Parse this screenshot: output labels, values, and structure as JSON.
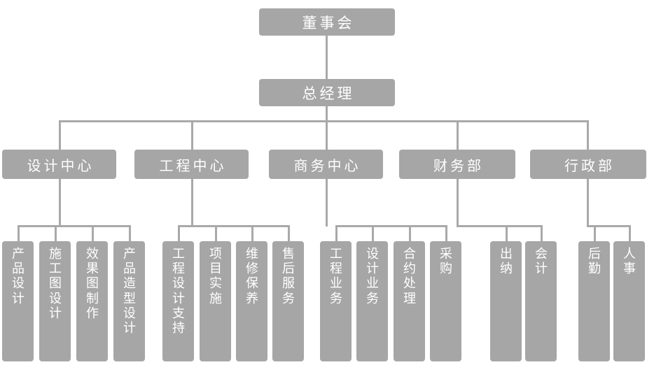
{
  "chart_data": {
    "type": "diagram",
    "diagram_kind": "organization-chart",
    "orientation": "top-down",
    "title": "",
    "colors": {
      "node_fill": "#a6a6a6",
      "node_text": "#ffffff",
      "connector": "#a9a9a9",
      "background": "#ffffff"
    },
    "levels": 3,
    "root": {
      "label": "董事会",
      "children": [
        {
          "label": "总经理",
          "children": [
            {
              "label": "设计中心",
              "children": [
                {
                  "label": "产品设计"
                },
                {
                  "label": "施工图设计"
                },
                {
                  "label": "效果图制作"
                },
                {
                  "label": "产品造型设计"
                }
              ]
            },
            {
              "label": "工程中心",
              "children": [
                {
                  "label": "工程设计支持"
                },
                {
                  "label": "项目实施"
                },
                {
                  "label": "维修保养"
                },
                {
                  "label": "售后服务"
                }
              ]
            },
            {
              "label": "商务中心",
              "children": [
                {
                  "label": "工程业务"
                },
                {
                  "label": "设计业务"
                },
                {
                  "label": "合约处理"
                },
                {
                  "label": "采购"
                }
              ]
            },
            {
              "label": "财务部",
              "children": [
                {
                  "label": "出纳"
                },
                {
                  "label": "会计"
                }
              ]
            },
            {
              "label": "行政部",
              "children": [
                {
                  "label": "后勤"
                },
                {
                  "label": "人事"
                }
              ]
            }
          ]
        }
      ]
    }
  },
  "nodes": {
    "board": "董事会",
    "general_manager": "总经理",
    "dept_design": "设计中心",
    "dept_engineering": "工程中心",
    "dept_business": "商务中心",
    "dept_finance": "财务部",
    "dept_admin": "行政部",
    "design_1": "产品设计",
    "design_2": "施工图设计",
    "design_3": "效果图制作",
    "design_4": "产品造型设计",
    "eng_1": "工程设计支持",
    "eng_2": "项目实施",
    "eng_3": "维修保养",
    "eng_4": "售后服务",
    "biz_1": "工程业务",
    "biz_2": "设计业务",
    "biz_3": "合约处理",
    "biz_4": "采购",
    "fin_1": "出纳",
    "fin_2": "会计",
    "adm_1": "后勤",
    "adm_2": "人事"
  }
}
